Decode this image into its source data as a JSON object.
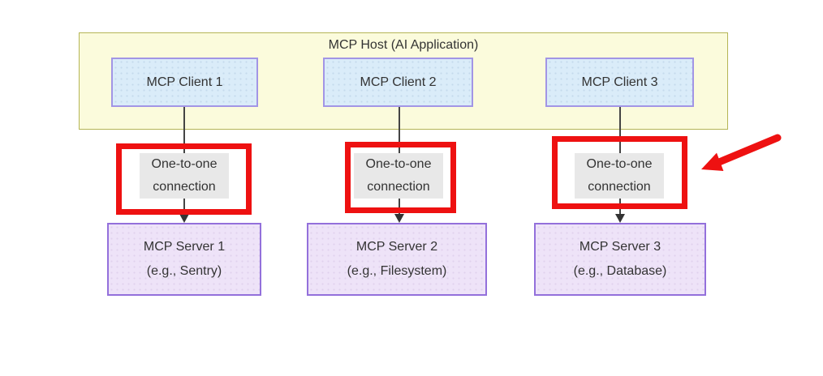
{
  "host": {
    "label": "MCP Host (AI Application)"
  },
  "columns": [
    {
      "client": "MCP Client 1",
      "connection_label": "One-to-one connection",
      "server_title": "MCP Server 1",
      "server_subtitle": "(e.g., Sentry)"
    },
    {
      "client": "MCP Client 2",
      "connection_label": "One-to-one connection",
      "server_title": "MCP Server 2",
      "server_subtitle": "(e.g., Filesystem)"
    },
    {
      "client": "MCP Client 3",
      "connection_label": "One-to-one connection",
      "server_title": "MCP Server 3",
      "server_subtitle": "(e.g., Database)"
    }
  ],
  "annotation": {
    "description": "red arrow pointing at third one-to-one connection highlight"
  },
  "colors": {
    "host_fill": "#fbfbdc",
    "host_border": "#b5b556",
    "client_fill": "#daecf9",
    "client_border": "#a295e5",
    "server_fill": "#eee3f8",
    "server_border": "#9370db",
    "connection_label_bg": "#e8e8e8",
    "connector_line": "#444444",
    "highlight_red": "#ee1111",
    "text": "#333333"
  }
}
